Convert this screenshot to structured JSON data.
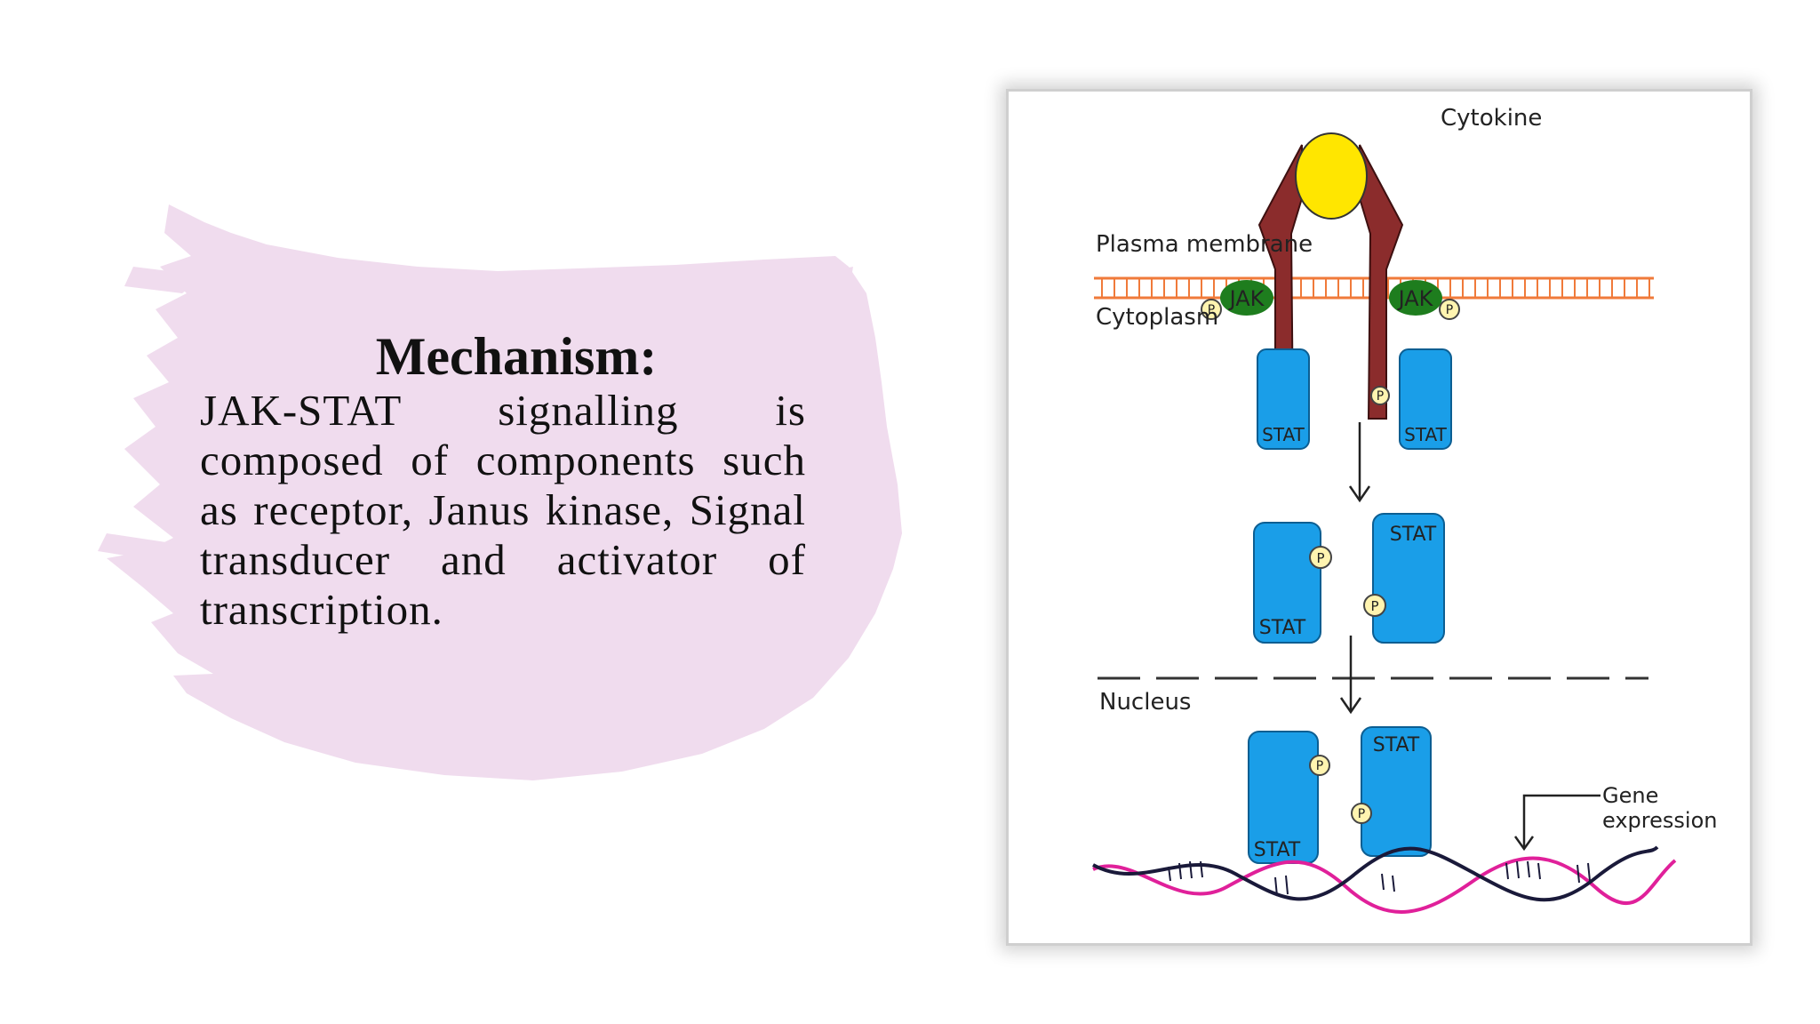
{
  "slide": {
    "title": "Mechanism:",
    "body": "JAK-STAT signalling is composed of components such as receptor, Janus kinase, Signal transducer and activator of transcription.",
    "colors": {
      "brush": "#f0dcee",
      "text": "#111111"
    }
  },
  "diagram": {
    "labels": {
      "cytokine": "Cytokine",
      "plasma_membrane": "Plasma membrane",
      "cytoplasm": "Cytoplasm",
      "nucleus": "Nucleus",
      "gene_expression_line1": "Gene",
      "gene_expression_line2": "expression"
    },
    "jak_label": "JAK",
    "stat_label": "STAT",
    "phospho_label": "P",
    "colors": {
      "cytokine": "#ffe600",
      "receptor": "#8b2c2c",
      "jak": "#1e7d1e",
      "stat": "#1a9ee8",
      "membrane": "#f07a3a",
      "dna_strand_1": "#1a1a3a",
      "dna_strand_2": "#e0209a",
      "phosphate": "#fff4b0"
    }
  }
}
